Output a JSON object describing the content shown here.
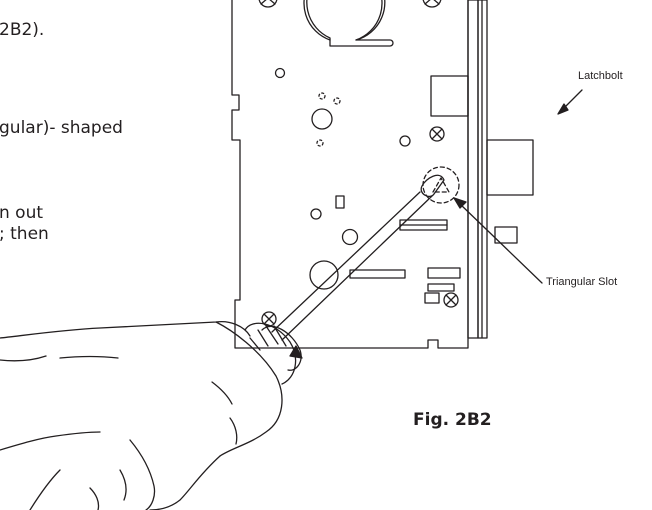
{
  "text_fragments": {
    "line1": "2B2).",
    "line2": "gular)-  shaped",
    "line3": "n out",
    "line4": "; then"
  },
  "callouts": {
    "latchbolt": "Latchbolt",
    "triangular_slot": "Triangular Slot"
  },
  "figure": {
    "caption": "Fig.  2B2"
  }
}
